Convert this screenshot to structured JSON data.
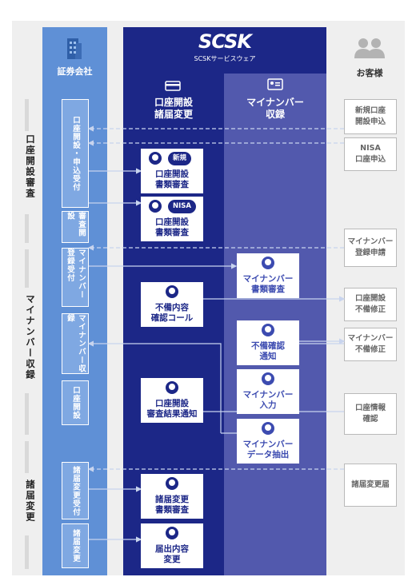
{
  "columns": {
    "securities": "証券会社",
    "scsk_logo": "SCSK",
    "scsk_sub": "SCSKサービスウェア",
    "account": [
      "口座開設",
      "諸届変更"
    ],
    "mynumber": [
      "マイナンバー",
      "収録"
    ],
    "customer": "お客様"
  },
  "phases": [
    "口座開設審査",
    "マイナンバー収録",
    "諸届変更"
  ],
  "sec_boxes": [
    "口座開設・申込受付",
    "審査開設",
    "マイナンバー登録受付",
    "マイナンバー収録",
    "口座開設",
    "諸届変更受付",
    "諸届変更"
  ],
  "cust_boxes": [
    "新規口座\n開設申込",
    "NISA\n口座申込",
    "マイナンバー\n登録申請",
    "口座開設\n不備修正",
    "マイナンバー\n不備修正",
    "口座情報\n確認",
    "諸届変更届"
  ],
  "cards": {
    "c1": {
      "pill": "新規",
      "label": "口座開設\n書類審査"
    },
    "c2": {
      "pill": "NISA",
      "label": "口座開設\n書類審査"
    },
    "c3": {
      "label": "不備内容\n確認コール"
    },
    "c4": {
      "label": "口座開設\n審査結果通知"
    },
    "c5": {
      "label": "諸届変更\n書類審査"
    },
    "c6": {
      "label": "届出内容\n変更"
    },
    "m1": {
      "label": "マイナンバー\n書類審査"
    },
    "m2": {
      "label": "不備確認\n通知"
    },
    "m3": {
      "label": "マイナンバー\n入力"
    },
    "m4": {
      "label": "マイナンバー\nデータ抽出"
    }
  },
  "colors": {
    "securities": "#5f90d6",
    "scsk": "#1c2787",
    "mynumber": "#5259ad",
    "panel": "#efefef"
  }
}
